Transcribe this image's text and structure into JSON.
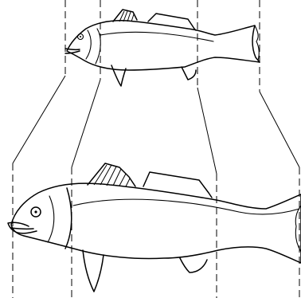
{
  "figure": {
    "background": "#ffffff",
    "ink": "#000000",
    "panels": [
      {
        "id": "small-fish",
        "subject": "fish-outline"
      },
      {
        "id": "large-fish",
        "subject": "fish-outline"
      }
    ],
    "icons": [
      "fish-icon",
      "eye-icon",
      "dorsal-fin-icon",
      "tail-fin-icon"
    ]
  }
}
